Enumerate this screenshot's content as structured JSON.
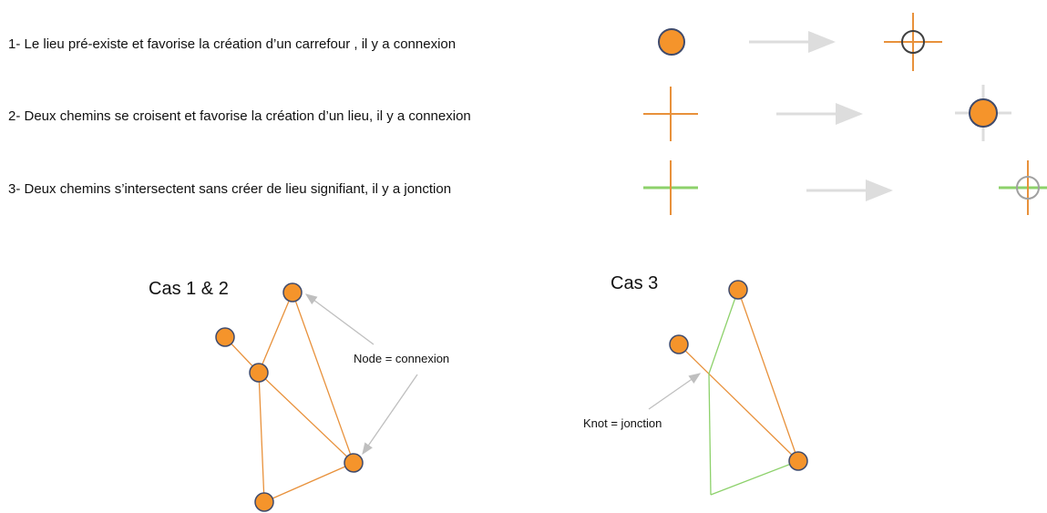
{
  "rules": [
    {
      "text": "1- Le lieu pré-existe et favorise la création d’un carrefour , il y a connexion"
    },
    {
      "text": "2- Deux chemins se croisent et favorise la création d’un lieu, il y a connexion"
    },
    {
      "text": "3- Deux chemins s’intersectent sans créer de lieu signifiant, il y a jonction"
    }
  ],
  "diagrams": {
    "case12_title": "Cas 1 & 2",
    "case3_title": "Cas 3",
    "node_label": "Node = connexion",
    "knot_label": "Knot = jonction"
  },
  "colors": {
    "node_fill": "#F5942B",
    "node_stroke": "#3F4A6B",
    "path_orange": "#E8913B",
    "path_green": "#8DD16B",
    "arrow_gray": "#BFBFBF",
    "light_gray": "#DDDDDD"
  }
}
